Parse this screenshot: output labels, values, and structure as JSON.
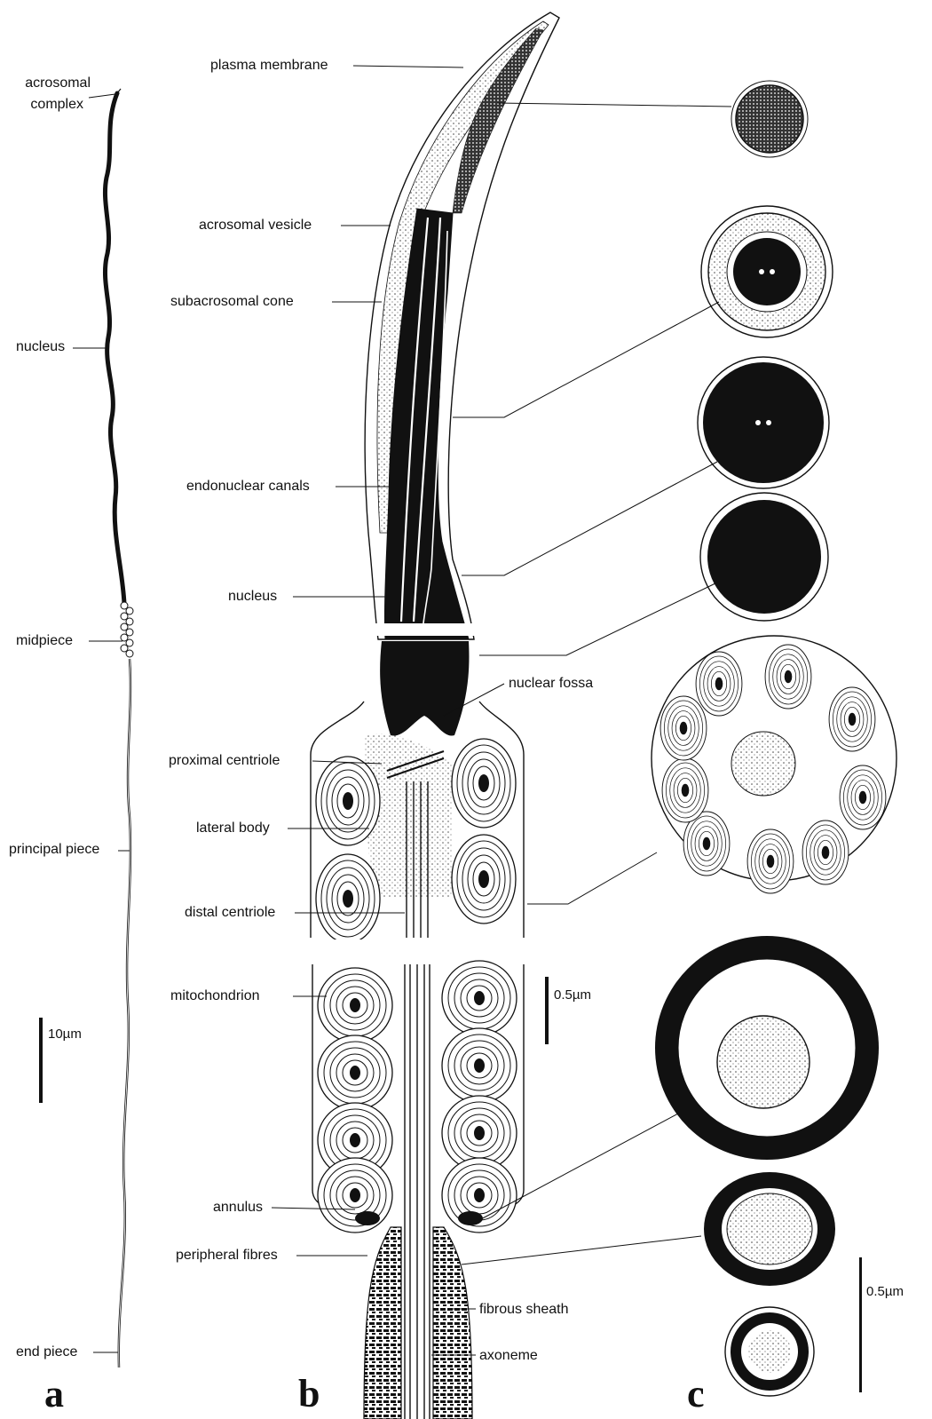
{
  "panels": {
    "a": "a",
    "b": "b",
    "c": "c"
  },
  "panel_a": {
    "acrosomal_complex_line1": "acrosomal",
    "acrosomal_complex_line2": "complex",
    "nucleus": "nucleus",
    "midpiece": "midpiece",
    "principal_piece": "principal piece",
    "end_piece": "end piece",
    "scale": "10µm"
  },
  "panel_b": {
    "plasma_membrane": "plasma membrane",
    "acrosomal_vesicle": "acrosomal vesicle",
    "subacrosomal_cone": "subacrosomal cone",
    "endonuclear_canals": "endonuclear canals",
    "nucleus": "nucleus",
    "nuclear_fossa": "nuclear fossa",
    "proximal_centriole": "proximal  centriole",
    "lateral_body": "lateral body",
    "distal_centriole": "distal centriole",
    "mitochondrion": "mitochondrion",
    "annulus": "annulus",
    "peripheral_fibres": "peripheral fibres",
    "fibrous_sheath": "fibrous sheath",
    "axoneme": "axoneme",
    "scale": "0.5µm"
  },
  "panel_c": {
    "scale": "0.5µm"
  },
  "colors": {
    "ink": "#111111",
    "paper": "#ffffff",
    "stipple": "#777777"
  }
}
